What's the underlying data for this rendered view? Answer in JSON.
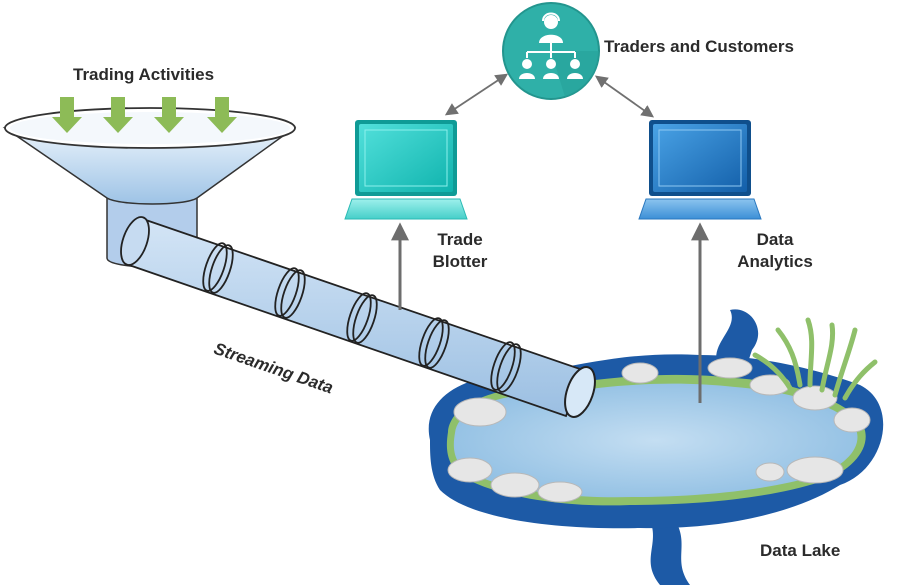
{
  "labels": {
    "trading_activities": "Trading Activities",
    "traders_customers": "Traders and Customers",
    "trade_blotter_line1": "Trade",
    "trade_blotter_line2": "Blotter",
    "data_analytics_line1": "Data",
    "data_analytics_line2": "Analytics",
    "streaming_data": "Streaming Data",
    "data_lake": "Data Lake"
  },
  "icons": {
    "funnel": "funnel-icon",
    "inflow_arrow": "down-arrow-icon",
    "pipe": "pipe-icon",
    "laptop_left": "laptop-icon",
    "laptop_right": "laptop-icon",
    "people_network": "people-network-icon",
    "lake": "lake-icon"
  },
  "colors": {
    "inflow_arrow": "#8dbb57",
    "pipe_fill": "#b3cdeb",
    "laptop_left_screen": "#19c6c0",
    "laptop_right_screen": "#1f78c8",
    "people_circle": "#2fb0a8",
    "lake_water": "#a8cde8",
    "lake_outer": "#1d5aa6",
    "lake_rim": "#8fc06a"
  }
}
